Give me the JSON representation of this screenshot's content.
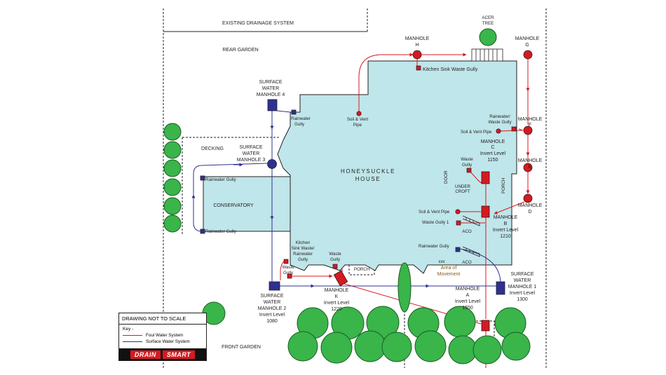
{
  "labels": {
    "existing_drainage": "EXISTING DRAINAGE SYSTEM",
    "rear_garden": "REAR GARDEN",
    "front_garden": "FRONT GARDEN",
    "decking": "DECKING",
    "conservatory": "CONSERVATORY",
    "house_line1": "HONEYSUCKLE",
    "house_line2": "HOUSE",
    "acer_tree": [
      "ACER",
      "TREE"
    ],
    "under_croft": [
      "UNDER",
      "CROFT"
    ],
    "door": "DOOR",
    "porch_right": "PORCH",
    "porch_front": "PORCH",
    "aco_upper": "ACO",
    "aco_lower": "ACO",
    "area_of_movement": [
      "Area of",
      "Movement"
    ],
    "xxx": "xxx"
  },
  "manholes": {
    "h": [
      "MANHOLE",
      "H"
    ],
    "g": [
      "MANHOLE",
      "G"
    ],
    "f": [
      "MANHOLE",
      "F"
    ],
    "e": [
      "MANHOLE",
      "E"
    ],
    "d": [
      "MANHOLE",
      "D"
    ],
    "c": [
      "MANHOLE",
      "C",
      "Invert Level",
      "1150"
    ],
    "b": [
      "MANHOLE",
      "B",
      "Invert Level",
      "1210"
    ],
    "a": [
      "MANHOLE",
      "A",
      "Invert Level",
      "1550"
    ],
    "k": [
      "MANHOLE",
      "K",
      "Invert Level",
      "1220"
    ],
    "sw1": [
      "SURFACE",
      "WATER",
      "MANHOLE 1",
      "Invert Level",
      "1300"
    ],
    "sw2": [
      "SURFACE",
      "WATER",
      "MANHOLE 2",
      "Invert Level",
      "1080"
    ],
    "sw3": [
      "SURFACE",
      "WATER",
      "MANHOLE 3"
    ],
    "sw4": [
      "SURFACE",
      "WATER",
      "MANHOLE 4"
    ]
  },
  "gullies": {
    "kitchen_sink_waste": "Kitchen Sink Waste Gully",
    "rainwater_gully_top": [
      "Rainwater",
      "Gully"
    ],
    "soil_vent_top": [
      "Soil & Vent",
      "Pipe"
    ],
    "rainwater_waste_gully": [
      "Rainwater/",
      "Waste Gully"
    ],
    "soil_vent_f": "Soil & Vent Pipe",
    "waste_gully_c": [
      "Waste",
      "Gully"
    ],
    "soil_vent_b": "Soil & Vent Pipe",
    "waste_gully_1": "Waste Gully 1",
    "rainwater_gully_right": "Rainwater Gully",
    "conservatory_rainwater_top": "Rainwater Gully",
    "conservatory_rainwater_bottom": "Rainwater Gully",
    "kitchen_sink_rainwater": [
      "Kitchen",
      "Sink Waste/",
      "Rainwater",
      "Gully"
    ],
    "waste_gully_front_left": [
      "Waste",
      "Gully"
    ],
    "waste_gully_front": [
      "Waste",
      "Gully"
    ]
  },
  "legend": {
    "header": "DRAWING NOT TO SCALE",
    "key_title": "Key  -",
    "foul": "Foul Water System",
    "surface": "Surface Water System",
    "brand_left": "DRAIN",
    "brand_right": "SMART"
  },
  "colors": {
    "foul": "#d71920",
    "surface": "#2e3192",
    "house_fill": "#bfe6ea",
    "tree_fill": "#39b54a",
    "tree_stroke": "#1a5e20",
    "outline": "#231f20"
  }
}
